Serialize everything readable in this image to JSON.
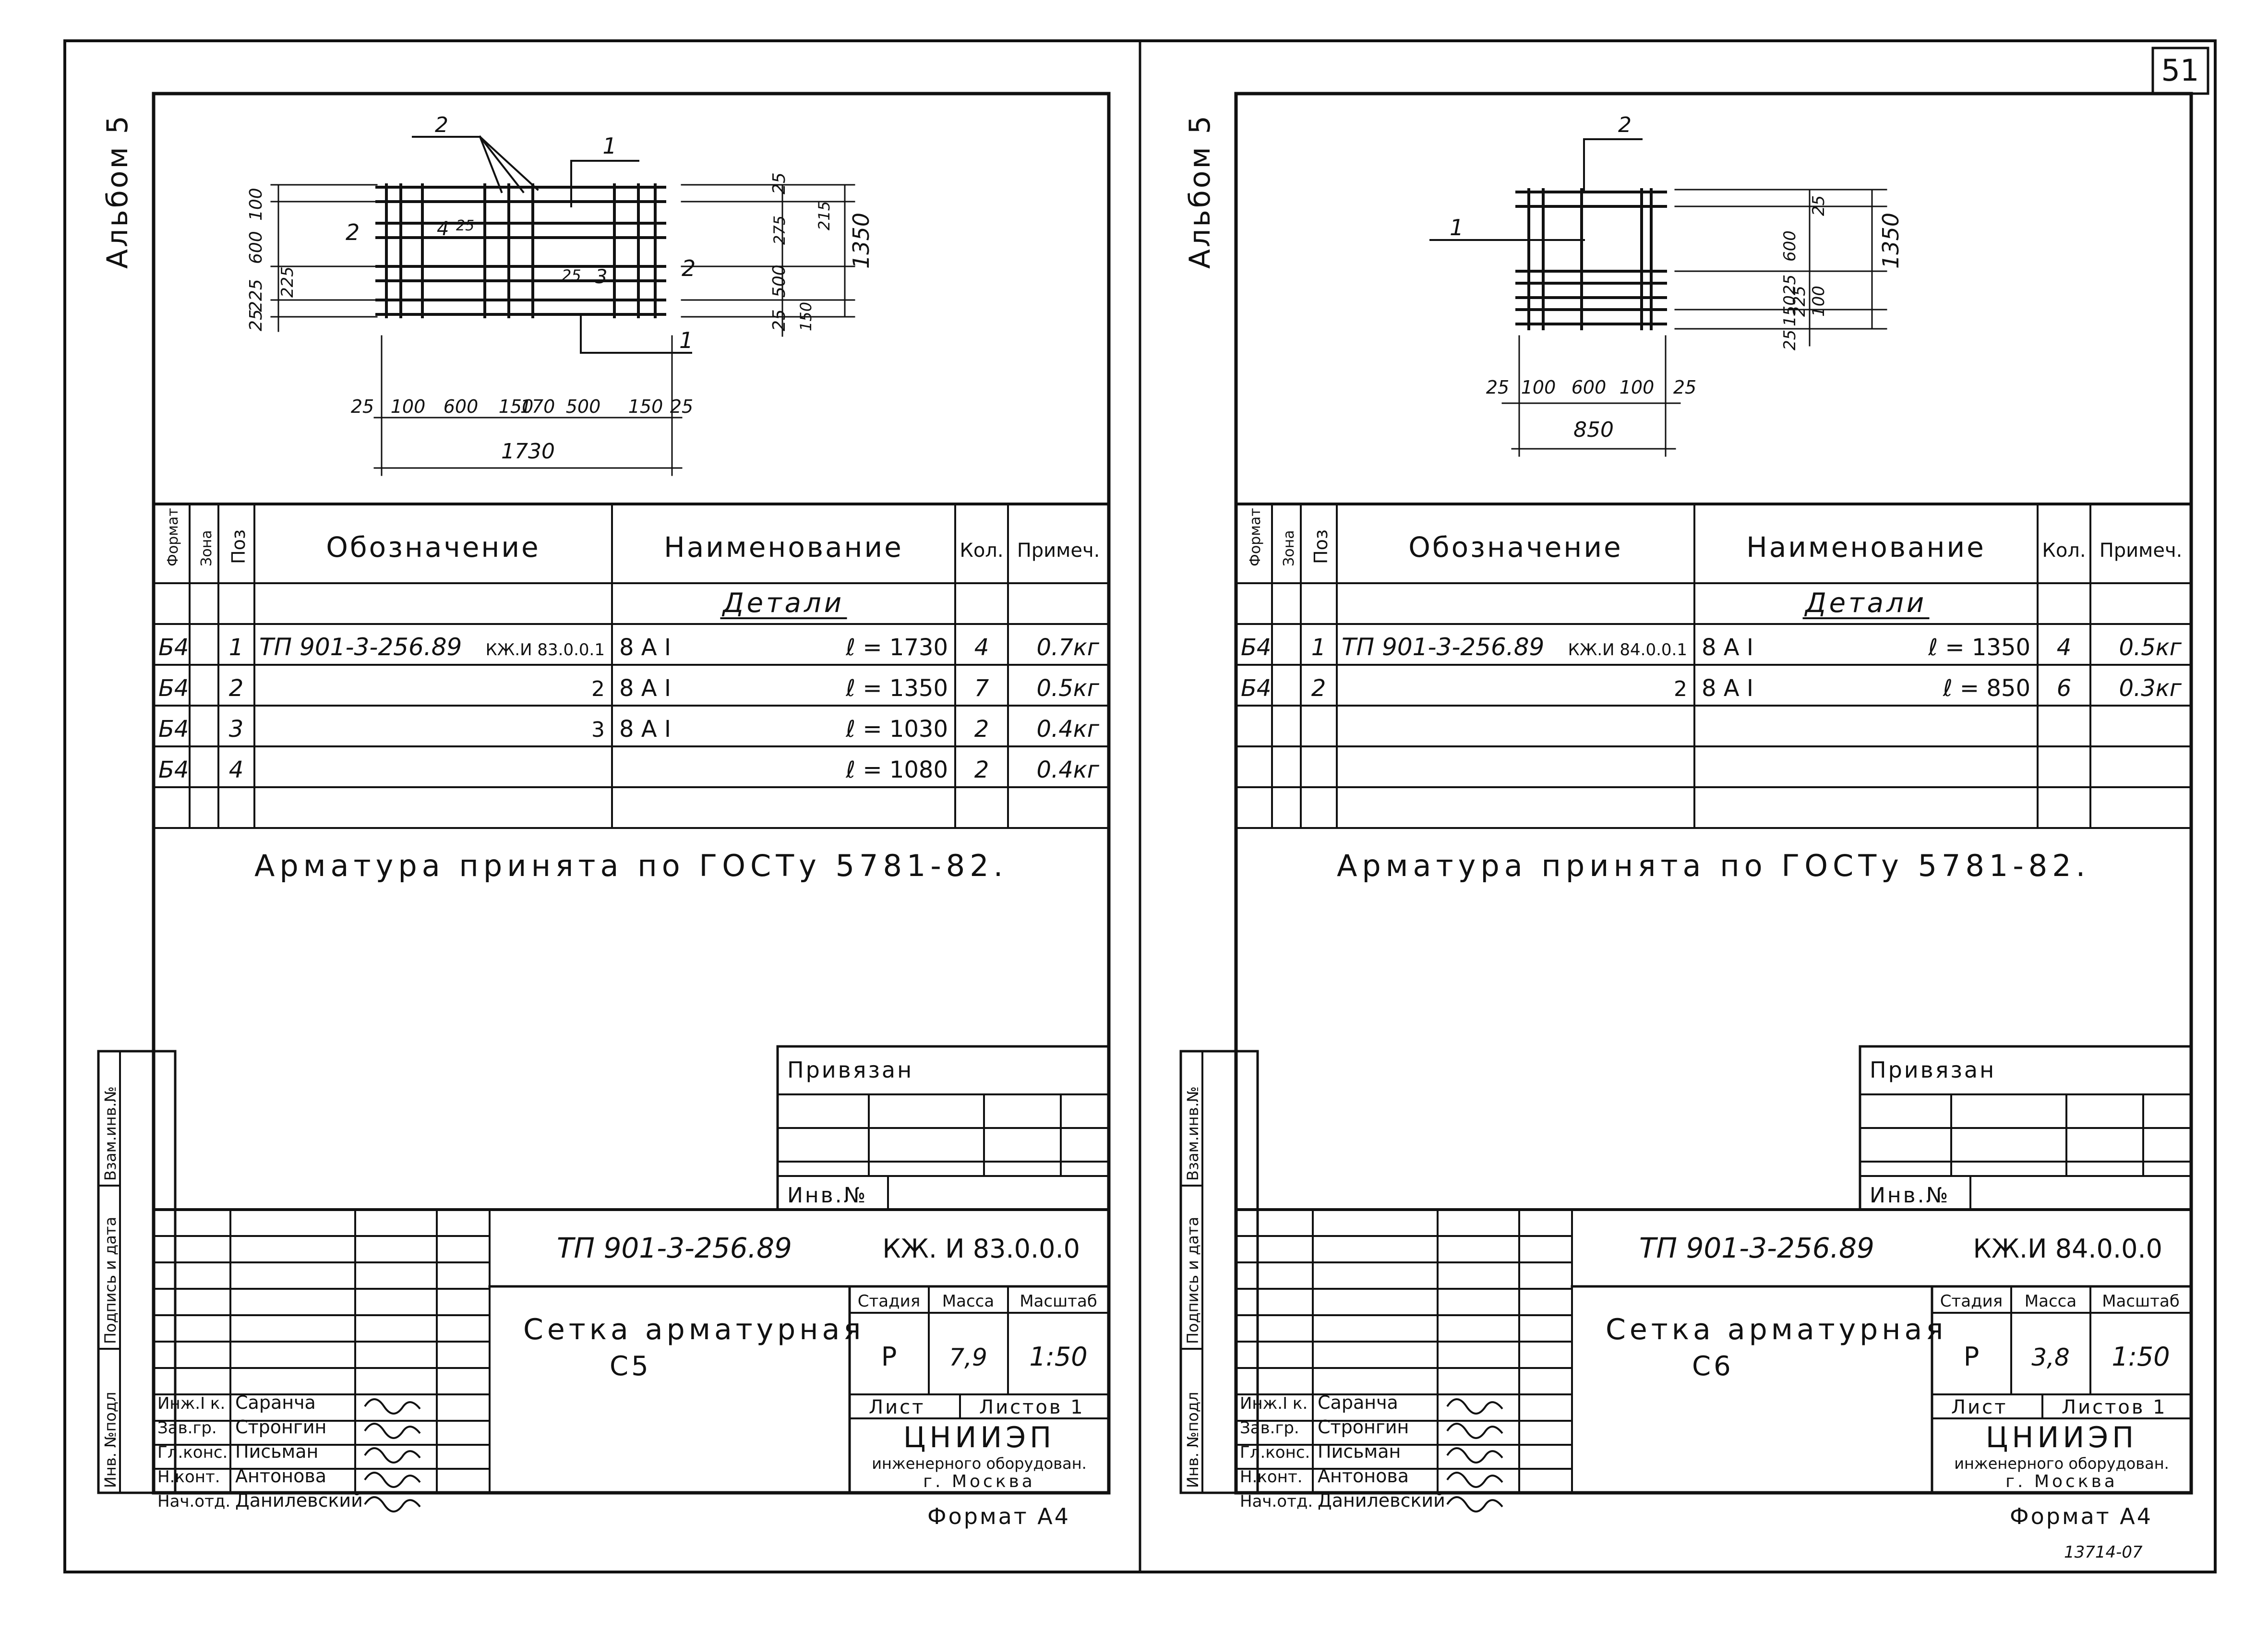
{
  "page_number": "51",
  "stamp": "13714-07",
  "sheets": [
    {
      "album": "Альбом 5",
      "side_labels": [
        "Инв. №подл",
        "Подпись и дата",
        "Взам.инв.№"
      ],
      "drawing_left": {
        "horiz_dims": [
          "25",
          "100",
          "600",
          "150",
          "170",
          "500",
          "150",
          "25"
        ],
        "total": "1730",
        "vert_dims": [
          "25",
          "100",
          "600",
          "225",
          "25",
          "150",
          "225"
        ]
      },
      "drawing_right": {
        "vert_dims": [
          "25",
          "100",
          "275",
          "500",
          "150",
          "25"
        ],
        "total": "1350",
        "inner": "215"
      },
      "callouts": [
        "2",
        "1",
        "2",
        "4",
        "25",
        "25",
        "3",
        "2",
        "1"
      ],
      "table_headers": [
        "Формат",
        "Зона",
        "Поз",
        "Обозначение",
        "Наименование",
        "Кол.",
        "Примеч."
      ],
      "section": "Детали",
      "rows": [
        {
          "fmt": "Б4",
          "zone": "",
          "pos": "1",
          "code": "ТП 901-3-256.89",
          "code2": "КЖ.И 83.0.0.1",
          "name": "8 А I",
          "len": "ℓ = 1730",
          "qty": "4",
          "note": "0.7кг"
        },
        {
          "fmt": "Б4",
          "zone": "",
          "pos": "2",
          "code": "",
          "code2": "2",
          "name": "8 А I",
          "len": "ℓ = 1350",
          "qty": "7",
          "note": "0.5кг"
        },
        {
          "fmt": "Б4",
          "zone": "",
          "pos": "3",
          "code": "",
          "code2": "3",
          "name": "8 А I",
          "len": "ℓ = 1030",
          "qty": "2",
          "note": "0.4кг"
        },
        {
          "fmt": "Б4",
          "zone": "",
          "pos": "4",
          "code": "",
          "code2": "",
          "name": "",
          "len": "ℓ = 1080",
          "qty": "2",
          "note": "0.4кг"
        }
      ],
      "note": "Арматура принята по ГОСТу 5781-82.",
      "privyazan": "Привязан",
      "inv_no": "Инв.№",
      "doc_code": "ТП 901-3-256.89",
      "doc_code2": "КЖ. И 83.0.0.0",
      "title_line1": "Сетка арматурная",
      "title_line2": "С5",
      "stage_headers": [
        "Стадия",
        "Масса",
        "Масштаб"
      ],
      "stage_values": [
        "Р",
        "7,9",
        "1:50"
      ],
      "sheet_label": "Лист",
      "sheets_label": "Листов 1",
      "org1": "ЦНИИЭП",
      "org2": "инженерного оборудован.",
      "org3": "г. Москва",
      "staff": [
        {
          "role": "Инж.I к.",
          "name": "Саранча"
        },
        {
          "role": "Зав.гр.",
          "name": "Стронгин"
        },
        {
          "role": "Гл.конс.",
          "name": "Письман"
        },
        {
          "role": "Н.конт.",
          "name": "Антонова"
        },
        {
          "role": "Нач.отд.",
          "name": "Данилевский"
        }
      ],
      "format": "Формат А4"
    },
    {
      "album": "Альбом 5",
      "side_labels": [
        "Инв. №подл",
        "Подпись и дата",
        "Взам.инв.№"
      ],
      "drawing_left": {
        "horiz_dims": [
          "25",
          "100",
          "600",
          "100",
          "25"
        ],
        "total": "850"
      },
      "drawing_right": {
        "vert_dims": [
          "25",
          "150",
          "225",
          "25",
          "600",
          "100",
          "25"
        ],
        "total": "1350"
      },
      "callouts": [
        "2",
        "1"
      ],
      "table_headers": [
        "Формат",
        "Зона",
        "Поз",
        "Обозначение",
        "Наименование",
        "Кол.",
        "Примеч."
      ],
      "section": "Детали",
      "rows": [
        {
          "fmt": "Б4",
          "zone": "",
          "pos": "1",
          "code": "ТП 901-3-256.89",
          "code2": "КЖ.И 84.0.0.1",
          "name": "8 А I",
          "len": "ℓ = 1350",
          "qty": "4",
          "note": "0.5кг"
        },
        {
          "fmt": "Б4",
          "zone": "",
          "pos": "2",
          "code": "",
          "code2": "2",
          "name": "8 А I",
          "len": "ℓ = 850",
          "qty": "6",
          "note": "0.3кг"
        }
      ],
      "note": "Арматура принята по ГОСТу 5781-82.",
      "privyazan": "Привязан",
      "inv_no": "Инв.№",
      "doc_code": "ТП 901-3-256.89",
      "doc_code2": "КЖ.И 84.0.0.0",
      "title_line1": "Сетка арматурная",
      "title_line2": "С6",
      "stage_headers": [
        "Стадия",
        "Масса",
        "Масштаб"
      ],
      "stage_values": [
        "Р",
        "3,8",
        "1:50"
      ],
      "sheet_label": "Лист",
      "sheets_label": "Листов 1",
      "org1": "ЦНИИЭП",
      "org2": "инженерного оборудован.",
      "org3": "г. Москва",
      "staff": [
        {
          "role": "Инж.I к.",
          "name": "Саранча"
        },
        {
          "role": "Зав.гр.",
          "name": "Стронгин"
        },
        {
          "role": "Гл.конс.",
          "name": "Письман"
        },
        {
          "role": "Н.конт.",
          "name": "Антонова"
        },
        {
          "role": "Нач.отд.",
          "name": "Данилевский"
        }
      ],
      "format": "Формат А4"
    }
  ]
}
